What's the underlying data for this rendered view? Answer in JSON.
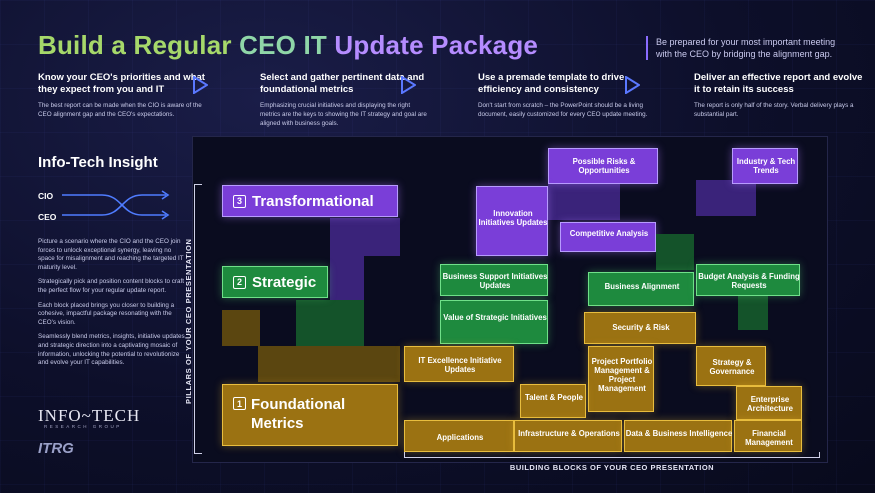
{
  "title": {
    "part1": "Build a Regular ",
    "part2": "CEO IT ",
    "part3": "Update Package"
  },
  "header_note": "Be prepared for your most important meeting with the CEO by bridging the alignment gap.",
  "steps": [
    {
      "heading": "Know your CEO's priorities and what they expect from you and IT",
      "body": "The best report can be made when the CIO is aware of the CEO alignment gap and the CEO's expectations."
    },
    {
      "heading": "Select and gather pertinent data and foundational metrics",
      "body": "Emphasizing crucial initiatives and displaying the right metrics are the keys to showing the IT strategy and goal are aligned with business goals."
    },
    {
      "heading": "Use a premade template to drive efficiency and consistency",
      "body": "Don't start from scratch – the PowerPoint should be a living document, easily customized for every CEO update meeting."
    },
    {
      "heading": "Deliver an effective report and evolve it to retain its success",
      "body": "The report is only half of the story. Verbal delivery plays a substantial part."
    }
  ],
  "insight": {
    "title": "Info-Tech Insight",
    "cio_label": "CIO",
    "ceo_label": "CEO",
    "paragraphs": [
      "Picture a scenario where the CIO and the CEO join forces to unlock exceptional synergy, leaving no space for misalignment and reaching the targeted IT maturity level.",
      "Strategically pick and position content blocks to craft the perfect flow for your regular update report.",
      "Each block placed brings you closer to building a cohesive, impactful package resonating with the CEO's vision.",
      "Seamlessly blend metrics, insights, initiative updates, and strategic direction into a captivating mosaic of information, unlocking the potential to revolutionize and evolve your IT capabilities."
    ]
  },
  "logos": {
    "infotech": "INFO~TECH",
    "infotech_sub": "RESEARCH GROUP",
    "itrg": "ITRG"
  },
  "pillars": {
    "axis_label": "PILLARS OF YOUR CEO PRESENTATION",
    "transformational": {
      "number": "3",
      "label": "Transformational"
    },
    "strategic": {
      "number": "2",
      "label": "Strategic"
    },
    "foundational": {
      "number": "1",
      "label": "Foundational Metrics"
    }
  },
  "blocks_axis_label": "BUILDING BLOCKS OF YOUR CEO PRESENTATION",
  "blocks": {
    "possible_risks": "Possible Risks & Opportunities",
    "industry_tech": "Industry & Tech Trends",
    "innovation": "Innovation Initiatives Updates",
    "competitive": "Competitive Analysis",
    "business_support": "Business Support Initiatives Updates",
    "business_alignment": "Business Alignment",
    "budget": "Budget Analysis & Funding Requests",
    "value_strategic": "Value of Strategic Initiatives",
    "security_risk": "Security & Risk",
    "it_excellence": "IT Excellence Initiative Updates",
    "ppm": "Project Portfolio Management & Project Management",
    "strategy_gov": "Strategy & Governance",
    "talent": "Talent & People",
    "enterprise_arch": "Enterprise Architecture",
    "applications": "Applications",
    "infra_ops": "Infrastructure & Operations",
    "data_bi": "Data & Business Intelligence",
    "financial": "Financial Management"
  },
  "colors": {
    "purple": "#7a3ed8",
    "green": "#1e8a3e",
    "gold": "#9b7212",
    "title_green": "#a6d86a",
    "title_purple": "#b58cff"
  }
}
